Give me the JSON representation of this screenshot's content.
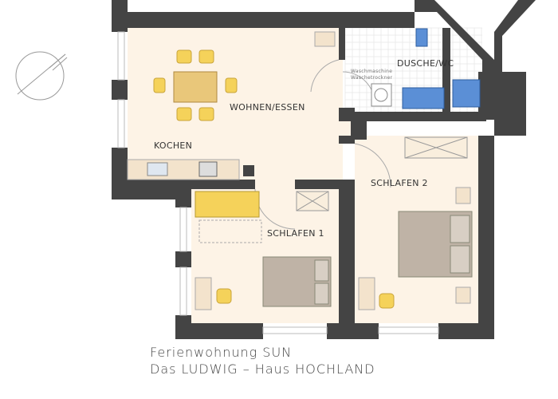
{
  "rooms": {
    "wohnen": "WOHNEN/ESSEN",
    "kochen": "KOCHEN",
    "dusche": "DUSCHE/WC",
    "schlafen1": "SCHLAFEN 1",
    "schlafen2": "SCHLAFEN 2"
  },
  "appliances": {
    "washer": "Waschmaschine",
    "dryer": "Waschetrockner"
  },
  "caption": {
    "title": "Ferienwohnung SUN",
    "subtitle": "Das LUDWIG – Haus HOCHLAND"
  },
  "colors": {
    "wall": "#444444",
    "floor": "#fdf3e6",
    "furniture_yellow": "#f5d25a",
    "bed": "#bfb3a6",
    "bath_blue": "#5b8fd6",
    "table_wood": "#e9c77a"
  },
  "icons": [
    "compass-north-arrow"
  ]
}
